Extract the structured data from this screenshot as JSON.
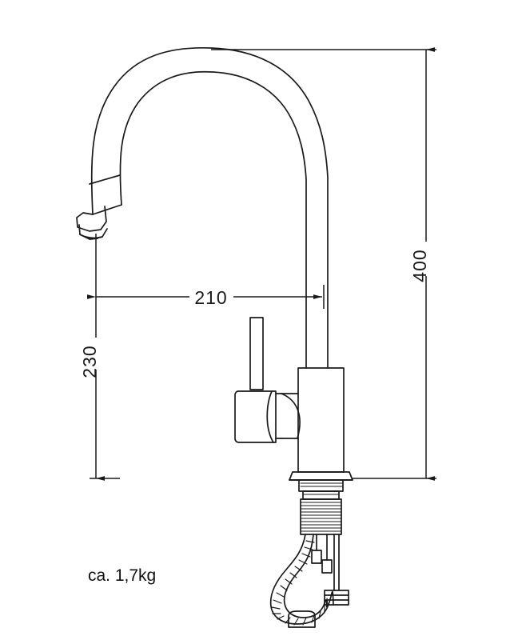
{
  "drawing": {
    "title": "Kitchen Faucet Technical Dimension Drawing",
    "background_color": "#ffffff",
    "line_color": "#1a1a1a",
    "product": "pull-down kitchen mixer tap with gooseneck spout"
  },
  "dimensions": {
    "total_height": {
      "label": "400",
      "unit": "mm",
      "orientation": "vertical",
      "position": "right"
    },
    "spout_reach": {
      "label": "210",
      "unit": "mm",
      "orientation": "horizontal",
      "position": "center"
    },
    "spout_height": {
      "label": "230",
      "unit": "mm",
      "orientation": "vertical",
      "position": "left"
    }
  },
  "annotations": {
    "weight": "ca. 1,7kg"
  },
  "parts": {
    "spout": "gooseneck-spout",
    "nozzle": "spray-nozzle-head",
    "handle": "lever-handle",
    "body": "valve-body-cylinder",
    "base": "mounting-flange",
    "shank": "threaded-shank",
    "hose": "braided-pull-down-hose",
    "weight_block": "hose-counterweight"
  }
}
